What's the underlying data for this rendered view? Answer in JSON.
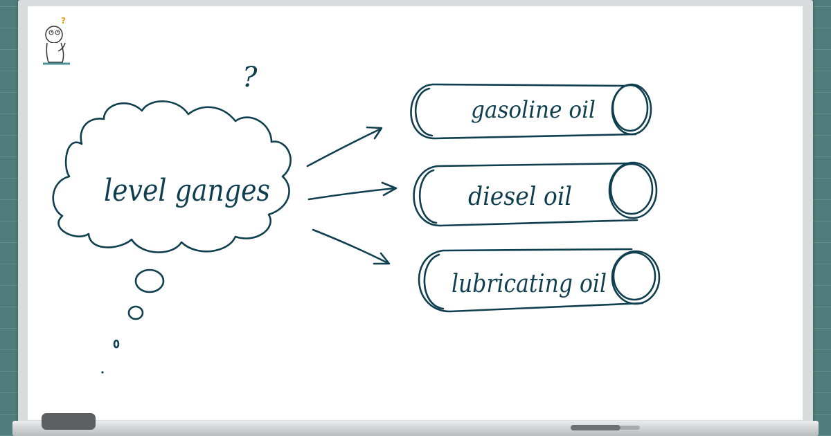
{
  "bubble": {
    "label": "level ganges",
    "question_mark": "?"
  },
  "tanks": [
    {
      "label": "gasoline oil"
    },
    {
      "label": "diesel oil"
    },
    {
      "label": "lubricating oil"
    }
  ],
  "mascot": {
    "question_mark": "?"
  },
  "colors": {
    "ink": "#0f3f4f",
    "wall": "#4f7d7c",
    "board": "#ffffff"
  }
}
